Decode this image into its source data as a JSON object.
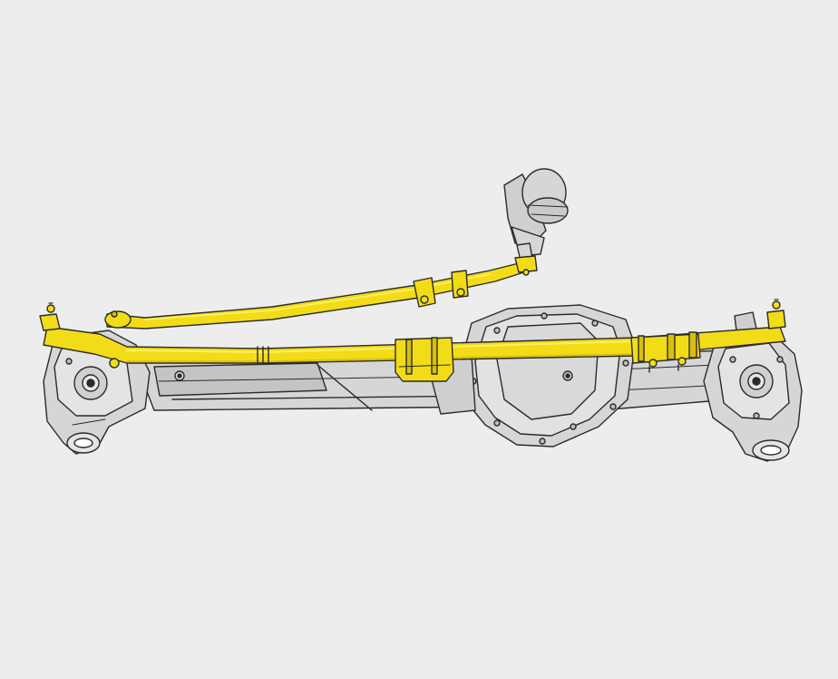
{
  "illustration": {
    "subject": "front-axle-steering-linkage",
    "colors": {
      "background": "#ededed",
      "axle_fill": "#d6d6d6",
      "axle_shade": "#c4c4c4",
      "axle_light": "#e4e4e4",
      "outline": "#2b2b2b",
      "highlight": "#f2dc18",
      "highlight_shade": "#d7bf0c",
      "highlight_light": "#fbef6a"
    },
    "parts": [
      {
        "name": "axle-housing",
        "highlighted": false
      },
      {
        "name": "differential-cover",
        "highlighted": false
      },
      {
        "name": "left-knuckle",
        "highlighted": false
      },
      {
        "name": "right-knuckle",
        "highlighted": false
      },
      {
        "name": "steering-box",
        "highlighted": false
      },
      {
        "name": "drag-link",
        "highlighted": true
      },
      {
        "name": "tie-rod",
        "highlighted": true
      },
      {
        "name": "tie-rod-adjuster-sleeve",
        "highlighted": true
      },
      {
        "name": "steering-stabilizer-clamp",
        "highlighted": true
      }
    ]
  }
}
